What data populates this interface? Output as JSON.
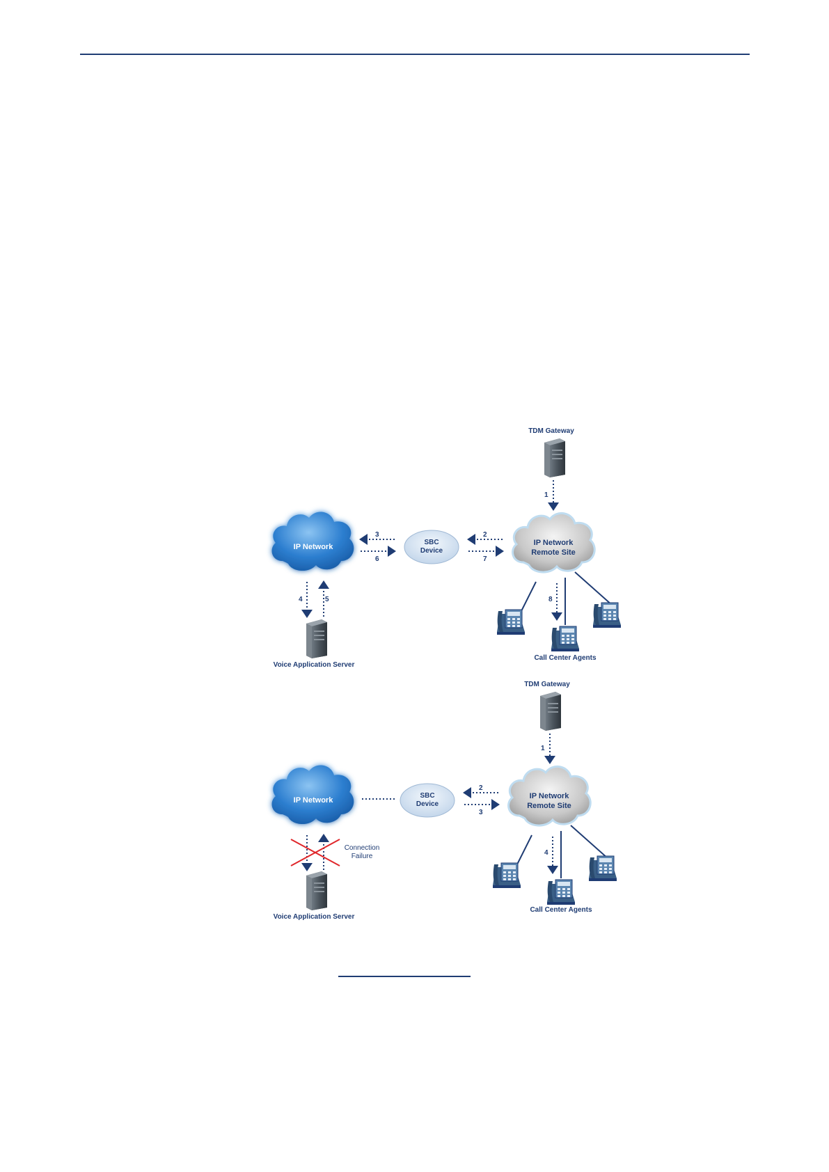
{
  "colors": {
    "header_rule": "#1f3c73",
    "label_text": "#1f3c73",
    "ip_cloud": "#2d7fd0",
    "remote_cloud": "#9a9a9a",
    "sbc_ellipse": "#cfdff0",
    "arrow": "#1f3c73",
    "failure_cross": "#e0262a"
  },
  "diagrams": [
    {
      "tdm_gateway_label": "TDM Gateway",
      "ip_network_label": "IP Network",
      "sbc_line1": "SBC",
      "sbc_line2": "Device",
      "remote_line1": "IP Network",
      "remote_line2": "Remote Site",
      "server_label": "Voice Application Server",
      "agents_label": "Call Center Agents",
      "steps": [
        "1",
        "2",
        "3",
        "4",
        "5",
        "6",
        "7",
        "8"
      ]
    },
    {
      "tdm_gateway_label": "TDM Gateway",
      "ip_network_label": "IP Network",
      "sbc_line1": "SBC",
      "sbc_line2": "Device",
      "remote_line1": "IP Network",
      "remote_line2": "Remote Site",
      "server_label": "Voice Application Server",
      "agents_label": "Call Center Agents",
      "failure_line1": "Connection",
      "failure_line2": "Failure",
      "steps": [
        "1",
        "2",
        "3",
        "4"
      ]
    }
  ]
}
